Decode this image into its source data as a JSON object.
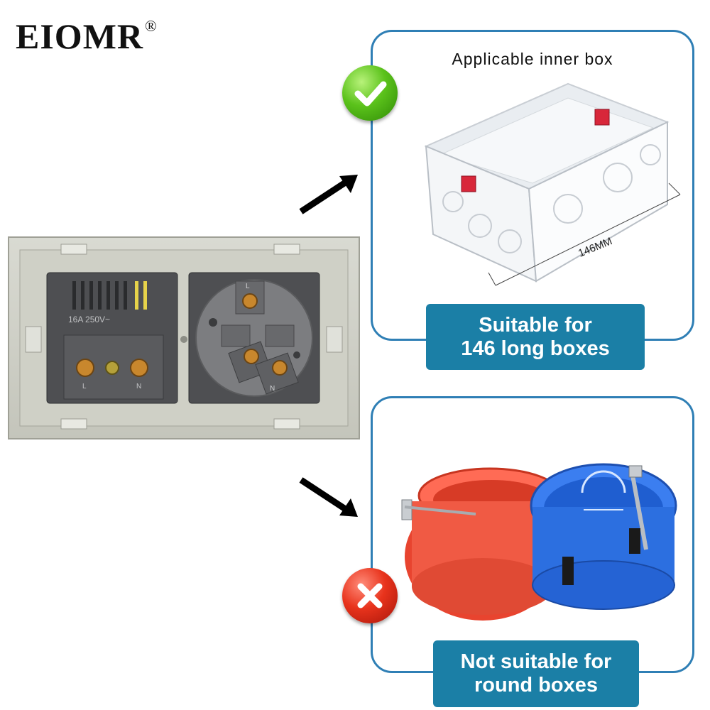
{
  "brand": {
    "name": "EIOMR",
    "mark": "®"
  },
  "top_panel": {
    "title": "Applicable inner box",
    "dimension": "146MM",
    "label_line1": "Suitable for",
    "label_line2": "146 long boxes",
    "status_icon": "check-icon"
  },
  "bottom_panel": {
    "label_line1": "Not suitable for",
    "label_line2": "round boxes",
    "status_icon": "cross-icon"
  },
  "socket": {
    "rating": "16A 250V~",
    "left_terminals": [
      "L",
      "N"
    ],
    "right_terminals": [
      "L",
      "N"
    ]
  },
  "colors": {
    "panel_border": "#2f7fb5",
    "label_bg": "#1b7fa6",
    "ok_green": "#5bc21b",
    "no_red": "#e8331c",
    "red_box": "#f05a44",
    "blue_box": "#2c6fe0"
  }
}
